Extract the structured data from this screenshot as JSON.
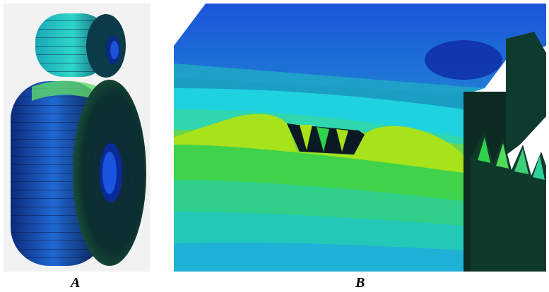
{
  "figure": {
    "panels": [
      {
        "label": "A",
        "content": "gear-pair-stress-contour"
      },
      {
        "label": "B",
        "content": "gear-tooth-root-section-stress-contour"
      }
    ],
    "colors": {
      "contour_dark_blue": "#0a1e8c",
      "contour_blue": "#1b5fd6",
      "contour_cyan": "#1fd2df",
      "contour_green": "#2fd24a",
      "contour_yellow_green": "#a8e21a",
      "shadow": "#0b1a22",
      "background": "#ffffff"
    }
  }
}
